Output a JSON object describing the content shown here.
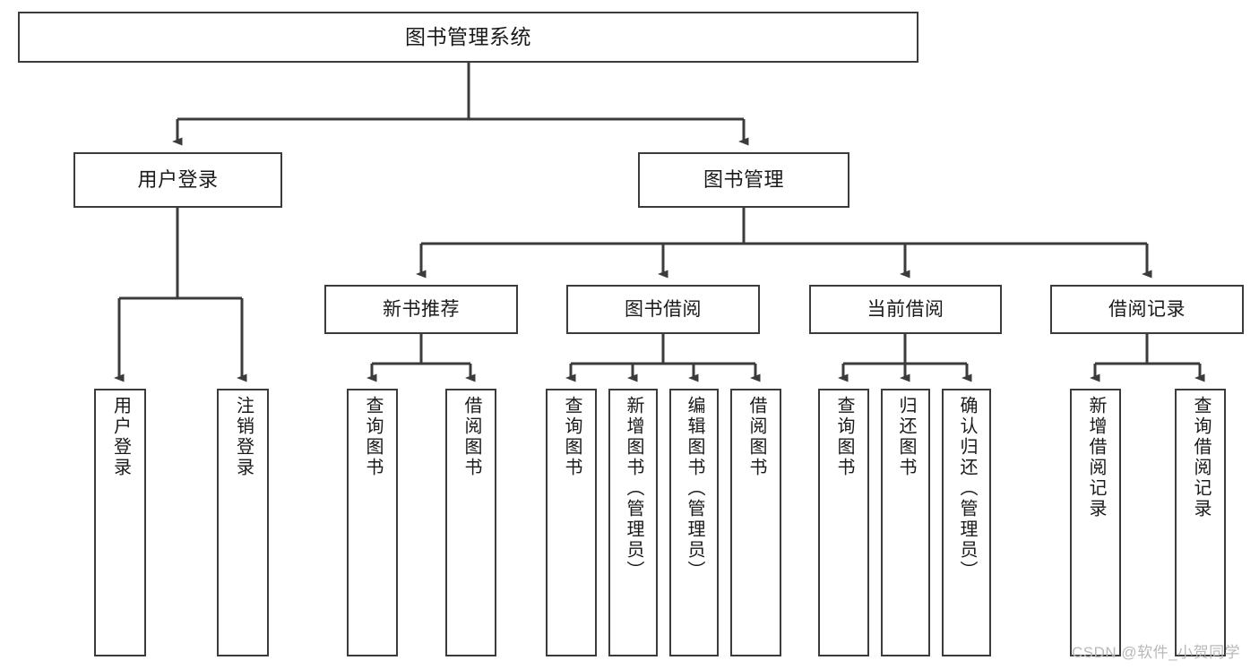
{
  "diagram": {
    "title": "图书管理系统",
    "type": "tree-hierarchy",
    "watermark": "CSDN @软件_小贺同学",
    "colors": {
      "stroke": "#3b3b3b",
      "fill": "#ffffff",
      "text": "#1a1a1a",
      "watermark": "#b9b9b9"
    },
    "root": {
      "label": "图书管理系统"
    },
    "level2": [
      {
        "label": "用户登录"
      },
      {
        "label": "图书管理"
      }
    ],
    "level3": [
      {
        "label": "新书推荐"
      },
      {
        "label": "图书借阅"
      },
      {
        "label": "当前借阅"
      },
      {
        "label": "借阅记录"
      }
    ],
    "leaves": {
      "user_login": [
        {
          "label": "用户登录"
        },
        {
          "label": "注销登录"
        }
      ],
      "new_book_recommend": [
        {
          "label": "查询图书"
        },
        {
          "label": "借阅图书"
        }
      ],
      "book_borrow": [
        {
          "label": "查询图书"
        },
        {
          "label": "新增图书（管理员）"
        },
        {
          "label": "编辑图书（管理员）"
        },
        {
          "label": "借阅图书"
        }
      ],
      "current_borrow": [
        {
          "label": "查询图书"
        },
        {
          "label": "归还图书"
        },
        {
          "label": "确认归还（管理员）"
        }
      ],
      "borrow_records": [
        {
          "label": "新增借阅记录"
        },
        {
          "label": "查询借阅记录"
        }
      ]
    }
  }
}
